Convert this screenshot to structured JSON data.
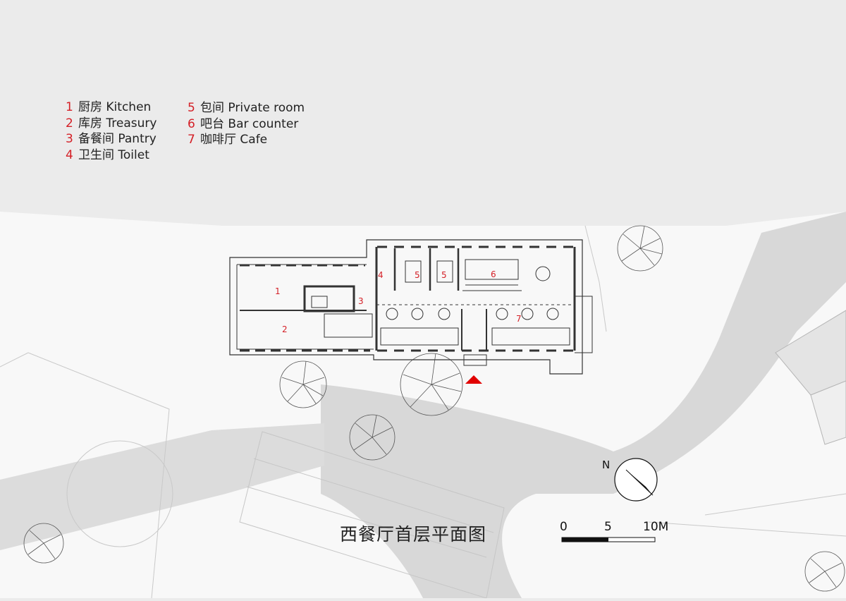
{
  "legend": [
    {
      "num": "1",
      "cn": "厨房",
      "en": "Kitchen"
    },
    {
      "num": "2",
      "cn": "库房",
      "en": "Treasury"
    },
    {
      "num": "3",
      "cn": "备餐间",
      "en": "Pantry"
    },
    {
      "num": "4",
      "cn": "卫生间",
      "en": "Toilet"
    },
    {
      "num": "5",
      "cn": "包间",
      "en": "Private room"
    },
    {
      "num": "6",
      "cn": "吧台",
      "en": "Bar counter"
    },
    {
      "num": "7",
      "cn": "咖啡厅",
      "en": "Cafe"
    }
  ],
  "room_labels": [
    "1",
    "2",
    "3",
    "4",
    "5",
    "5",
    "6",
    "7"
  ],
  "title": "西餐厅首层平面图",
  "scale_bar": {
    "labels": [
      "0",
      "5",
      "10M"
    ]
  },
  "north_label": "N",
  "colors": {
    "background": "#ebebeb",
    "accent": "#d41f26",
    "ground": "#f7f7f7",
    "road": "#d9d9d9",
    "line": "#333333"
  }
}
